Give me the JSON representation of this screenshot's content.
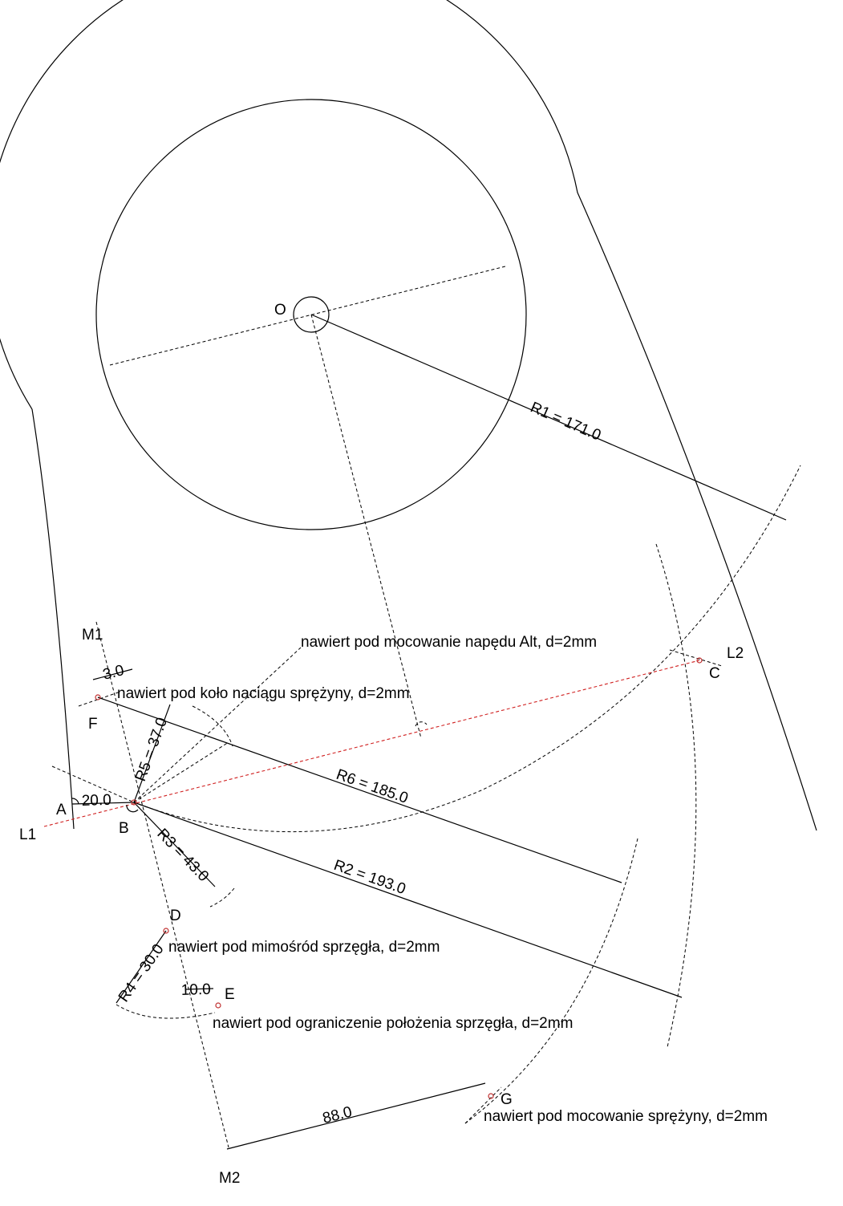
{
  "labels": {
    "O": "O",
    "A": "A",
    "B": "B",
    "C": "C",
    "D": "D",
    "E": "E",
    "F": "F",
    "G": "G",
    "L1": "L1",
    "L2": "L2",
    "M1": "M1",
    "M2": "M2"
  },
  "dimensions": {
    "R1": "R1 = 171.0",
    "R2": "R2 = 193.0",
    "R3": "R3 = 43.0",
    "R4": "R4 = 30.0",
    "R5": "R5 = 37.0",
    "R6": "R6 = 185.0",
    "angle_A": "20.0",
    "offset_F": "3.0",
    "offset_E": "10.0",
    "dist_G": "88.0"
  },
  "notes": {
    "alt_drive": "nawiert pod mocowanie napędu Alt, d=2mm",
    "spring_wheel": "nawiert pod koło naciągu sprężyny, d=2mm",
    "clutch_eccentric": "nawiert pod mimośród sprzęgła, d=2mm",
    "clutch_limit": "nawiert pod ograniczenie położenia sprzęgła, d=2mm",
    "spring_mount": "nawiert pod mocowanie sprężyny, d=2mm"
  },
  "colors": {
    "construction_line": "#d02020",
    "drill_point": "#c03030"
  }
}
